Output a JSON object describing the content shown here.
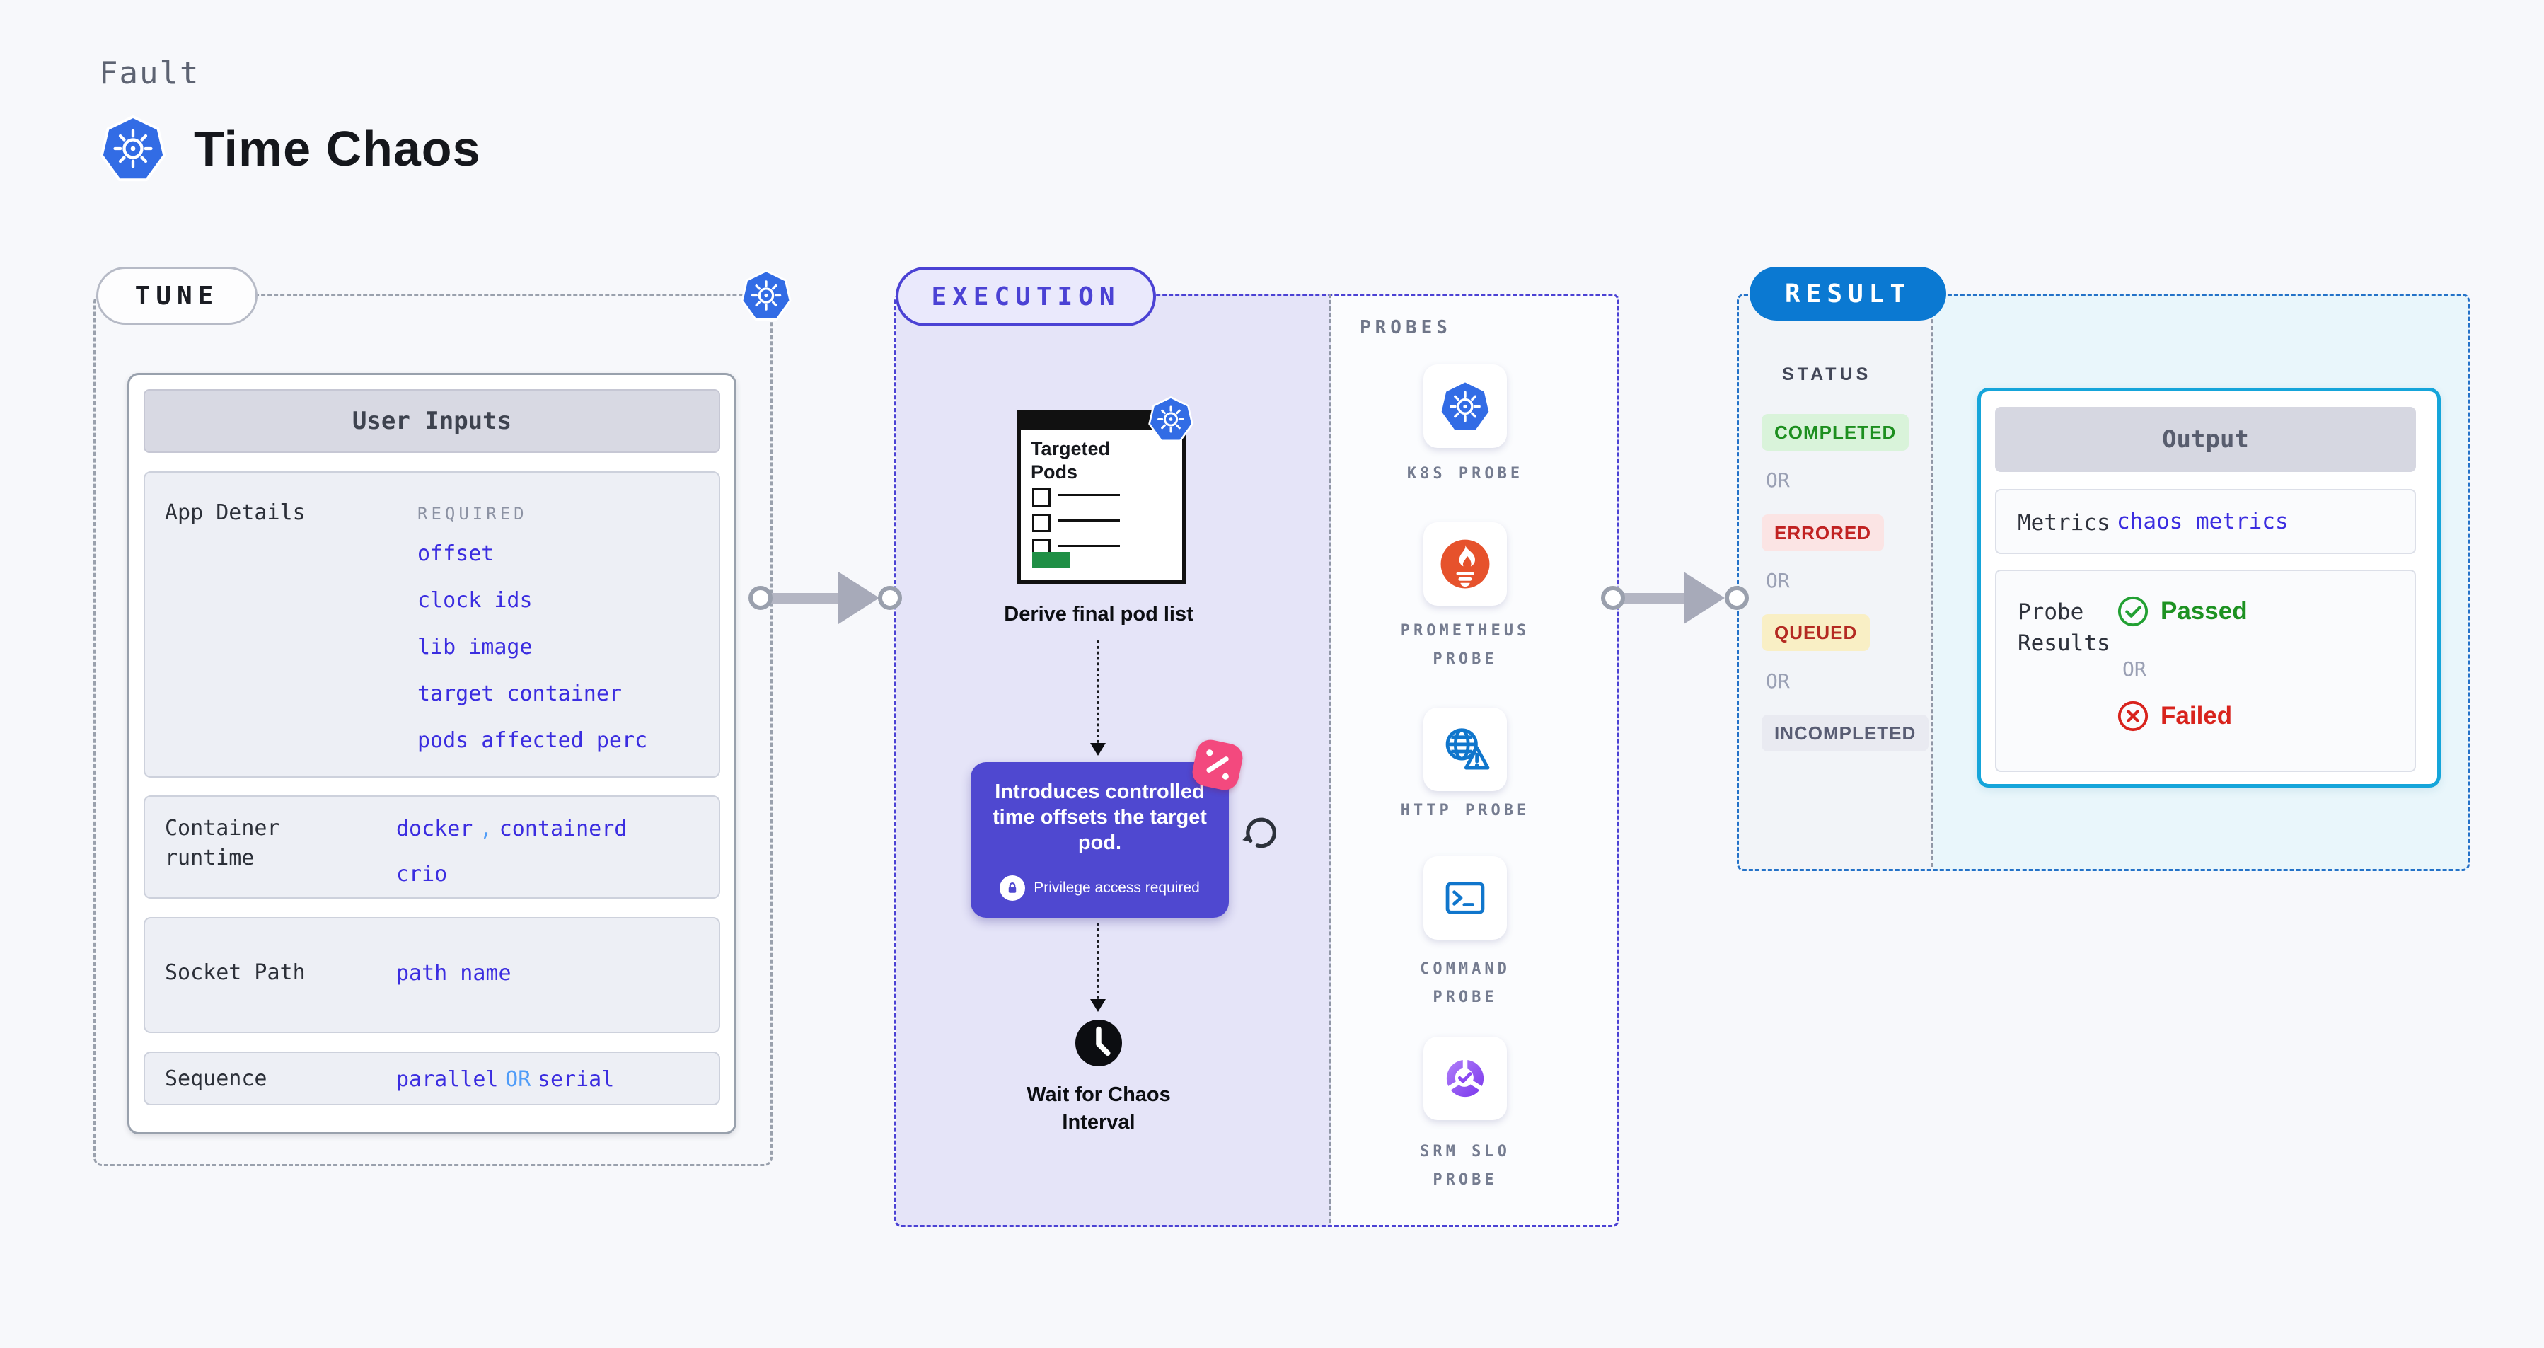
{
  "colors": {
    "kubernetes_blue": "#326ce5",
    "indigo_accent": "#4b42d4",
    "result_blue": "#0b79d2",
    "output_cyan": "#15a5da",
    "link_blue": "#3b2de0",
    "light_blue": "#4f9cf8",
    "success_green": "#1d8f1f",
    "error_red": "#c12222",
    "pink_accent": "#f3497e",
    "prometheus_orange": "#e6522c",
    "lavender_fill": "#e5e4f8",
    "cyan_fill": "#e9f6fb"
  },
  "header": {
    "eyebrow": "Fault",
    "title": "Time Chaos"
  },
  "tune": {
    "badge": "TUNE",
    "card_title": "User Inputs",
    "app_details": {
      "label": "App Details",
      "note": "REQUIRED",
      "links": [
        "offset",
        "clock ids",
        "lib image",
        "target container",
        "pods affected perc"
      ]
    },
    "container_runtime": {
      "label": "Container runtime",
      "v1": "docker",
      "sep": ",",
      "v2": "containerd",
      "v3": "crio"
    },
    "socket_path": {
      "label": "Socket Path",
      "value": "path name"
    },
    "sequence": {
      "label": "Sequence",
      "v1": "parallel",
      "or": "OR",
      "v2": "serial"
    }
  },
  "execution": {
    "badge": "EXECUTION",
    "pods_card_title": "Targeted Pods",
    "derive_label": "Derive final pod list",
    "callout_text": "Introduces controlled time offsets the target pod.",
    "privilege_note": "Privilege access required",
    "wait_label": "Wait for Chaos Interval"
  },
  "probes": {
    "heading": "PROBES",
    "items": [
      {
        "icon": "kubernetes",
        "line1": "K8S PROBE",
        "line2": ""
      },
      {
        "icon": "prometheus",
        "line1": "PROMETHEUS",
        "line2": "PROBE"
      },
      {
        "icon": "http-globe",
        "line1": "HTTP PROBE",
        "line2": ""
      },
      {
        "icon": "terminal",
        "line1": "COMMAND",
        "line2": "PROBE"
      },
      {
        "icon": "srm-slo",
        "line1": "SRM SLO",
        "line2": "PROBE"
      }
    ]
  },
  "result": {
    "badge": "RESULT",
    "status_heading": "STATUS",
    "or_label": "OR",
    "statuses": [
      {
        "label": "COMPLETED",
        "type": "completed"
      },
      {
        "label": "ERRORED",
        "type": "errored"
      },
      {
        "label": "QUEUED",
        "type": "queued"
      },
      {
        "label": "INCOMPLETED",
        "type": "incompleted"
      }
    ],
    "output": {
      "title": "Output",
      "metrics_label": "Metrics",
      "metrics_link": "chaos metrics",
      "probe_results_label": "Probe Results",
      "passed": "Passed",
      "or": "OR",
      "failed": "Failed"
    }
  }
}
